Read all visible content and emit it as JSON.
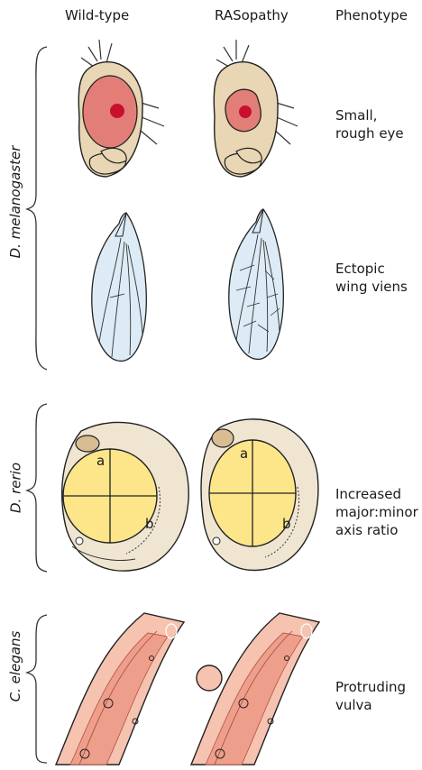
{
  "headers": {
    "wild_type": "Wild-type",
    "rasopathy": "RASopathy",
    "phenotype": "Phenotype"
  },
  "rows": [
    {
      "species": "D. melanogaster",
      "phenotype_lines": [
        "Small,",
        "rough eye",
        "Ectopic",
        "wing viens"
      ]
    },
    {
      "species": "D. rerio",
      "phenotype_lines": [
        "Increased",
        "major:minor",
        "axis ratio"
      ]
    },
    {
      "species": "C. elegans",
      "phenotype_lines": [
        "Protruding",
        "vulva"
      ]
    }
  ],
  "axis_labels": {
    "major": "a",
    "minor": "b"
  },
  "colors": {
    "fly_head": "#e8d6b4",
    "fly_eye": "#e27e77",
    "fly_eye_center": "#c8102e",
    "wing": "#dcebf5",
    "yolk": "#fde68a",
    "chorion": "#efe5d1",
    "worm_body": "#f6c3b0",
    "worm_inner": "#ee9f8b",
    "stroke": "#222222"
  }
}
